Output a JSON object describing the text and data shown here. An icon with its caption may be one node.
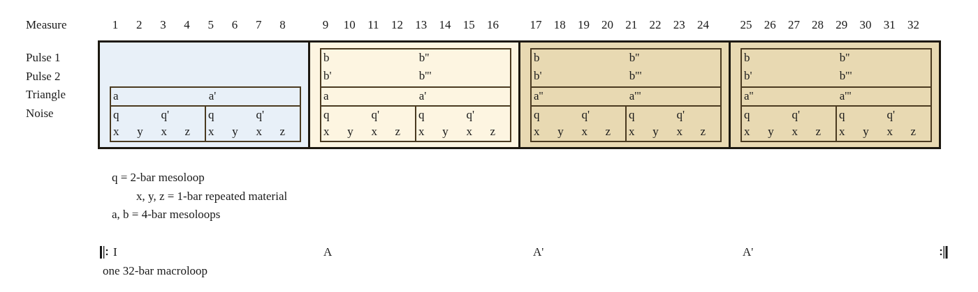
{
  "diagram": {
    "nodes": [
      {
        "text": [],
        "shape": "box"
      },
      {
        "text": [
          "a",
          "a'"
        ],
        "in": 0
      },
      {
        "text": [
          "q",
          "q'",
          "x",
          "y",
          "x",
          "z"
        ],
        "in": 0
      },
      {
        "text": [
          "q",
          "q'",
          "x",
          "y",
          "x",
          "z"
        ],
        "in": 0
      },
      {
        "text": [],
        "shape": "box"
      },
      {
        "text": [
          "b",
          "b''",
          "b'",
          "b'''"
        ],
        "in": 4
      },
      {
        "text": [
          "a",
          "a'"
        ],
        "in": 4
      },
      {
        "text": [
          "q",
          "q'",
          "x",
          "y",
          "x",
          "z"
        ],
        "in": 4
      },
      {
        "text": [
          "q",
          "q'",
          "x",
          "y",
          "x",
          "z"
        ],
        "in": 4
      },
      {
        "text": [],
        "shape": "box"
      },
      {
        "text": [
          "b",
          "b''",
          "b'",
          "b'''"
        ],
        "in": 9
      },
      {
        "text": [
          "a''",
          "a'''"
        ],
        "in": 9
      },
      {
        "text": [
          "q",
          "q'",
          "x",
          "y",
          "x",
          "z"
        ],
        "in": 9
      },
      {
        "text": [
          "q",
          "q'",
          "x",
          "y",
          "x",
          "z"
        ],
        "in": 9
      },
      {
        "text": [],
        "shape": "box"
      },
      {
        "text": [
          "b",
          "b''",
          "b'",
          "b'''"
        ],
        "in": 14
      },
      {
        "text": [
          "a''",
          "a'''"
        ],
        "in": 14
      },
      {
        "text": [
          "q",
          "q'",
          "x",
          "y",
          "x",
          "z"
        ],
        "in": 14
      },
      {
        "text": [
          "q",
          "q'",
          "x",
          "y",
          "x",
          "z"
        ],
        "in": 14
      }
    ],
    "edges": [],
    "labels": [
      "Measure",
      "1",
      "2",
      "3",
      "4",
      "5",
      "6",
      "7",
      "8",
      "9",
      "10",
      "11",
      "12",
      "13",
      "14",
      "15",
      "16",
      "17",
      "18",
      "19",
      "20",
      "21",
      "22",
      "23",
      "24",
      "25",
      "26",
      "27",
      "28",
      "29",
      "30",
      "31",
      "32",
      "Pulse 1",
      "Pulse 2",
      "Triangle",
      "Noise",
      "q = 2-bar mesoloop",
      "x, y, z = 1-bar repeated material",
      "a, b = 4-bar mesoloops",
      "I",
      "A",
      "A'",
      "A'",
      "one 32-bar macroloop"
    ]
  }
}
